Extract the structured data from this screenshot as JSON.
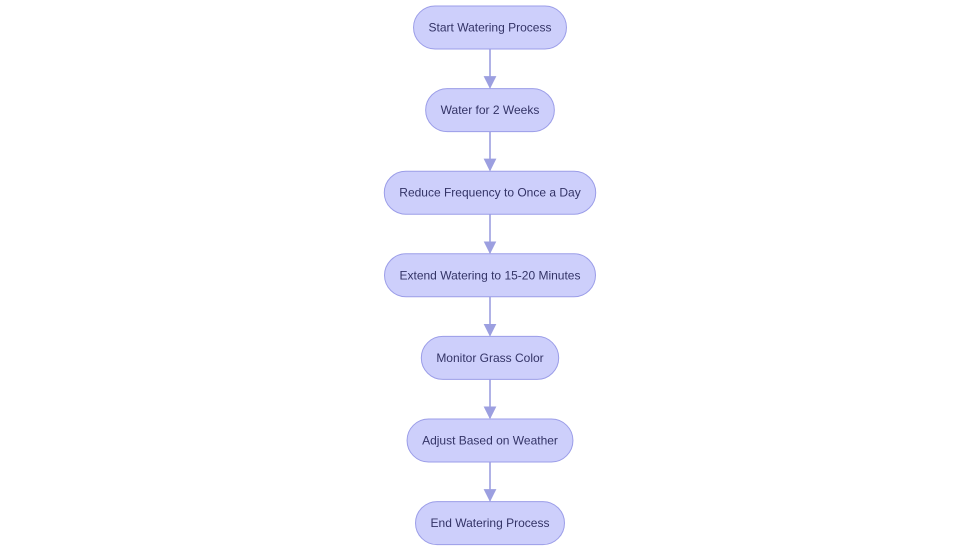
{
  "diagram": {
    "type": "flowchart",
    "direction": "top-to-bottom",
    "colors": {
      "node_fill": "#cdcffb",
      "node_stroke": "#9b9de8",
      "node_text": "#333366",
      "edge": "#9c9fe0"
    },
    "nodes": [
      {
        "id": "start",
        "label": "Start Watering Process"
      },
      {
        "id": "water-2-weeks",
        "label": "Water for 2 Weeks"
      },
      {
        "id": "reduce-frequency",
        "label": "Reduce Frequency to Once a Day"
      },
      {
        "id": "extend-watering",
        "label": "Extend Watering to 15-20 Minutes"
      },
      {
        "id": "monitor-grass",
        "label": "Monitor Grass Color"
      },
      {
        "id": "adjust-weather",
        "label": "Adjust Based on Weather"
      },
      {
        "id": "end",
        "label": "End Watering Process"
      }
    ],
    "edges": [
      {
        "from": "start",
        "to": "water-2-weeks"
      },
      {
        "from": "water-2-weeks",
        "to": "reduce-frequency"
      },
      {
        "from": "reduce-frequency",
        "to": "extend-watering"
      },
      {
        "from": "extend-watering",
        "to": "monitor-grass"
      },
      {
        "from": "monitor-grass",
        "to": "adjust-weather"
      },
      {
        "from": "adjust-weather",
        "to": "end"
      }
    ]
  }
}
